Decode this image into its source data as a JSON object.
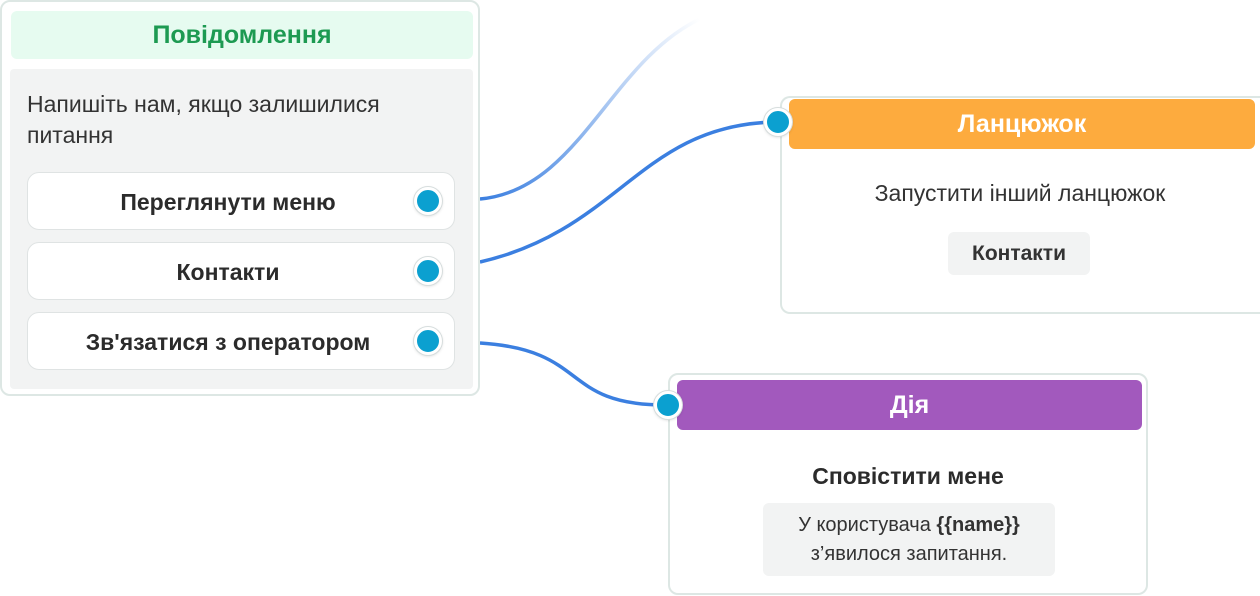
{
  "message_node": {
    "header": "Повідомлення",
    "text": "Напишіть нам, якщо залишилися питання",
    "buttons": [
      {
        "label": "Переглянути меню"
      },
      {
        "label": "Контакти"
      },
      {
        "label": "Зв'язатися з оператором"
      }
    ]
  },
  "chain_node": {
    "header": "Ланцюжок",
    "text": "Запустити інший ланцюжок",
    "chip": "Контакти"
  },
  "action_node": {
    "header": "Дія",
    "title": "Сповістити мене",
    "message_prefix": "У користувача",
    "message_variable": "{{name}}",
    "message_suffix": "з’явилося запитання."
  },
  "colors": {
    "message_header_bg": "#e6fbf0",
    "message_header_text": "#1d9a52",
    "chain_header_bg": "#fdab3e",
    "action_header_bg": "#a259bd",
    "port": "#0ba0d0",
    "connector": "#3b7fe0"
  }
}
